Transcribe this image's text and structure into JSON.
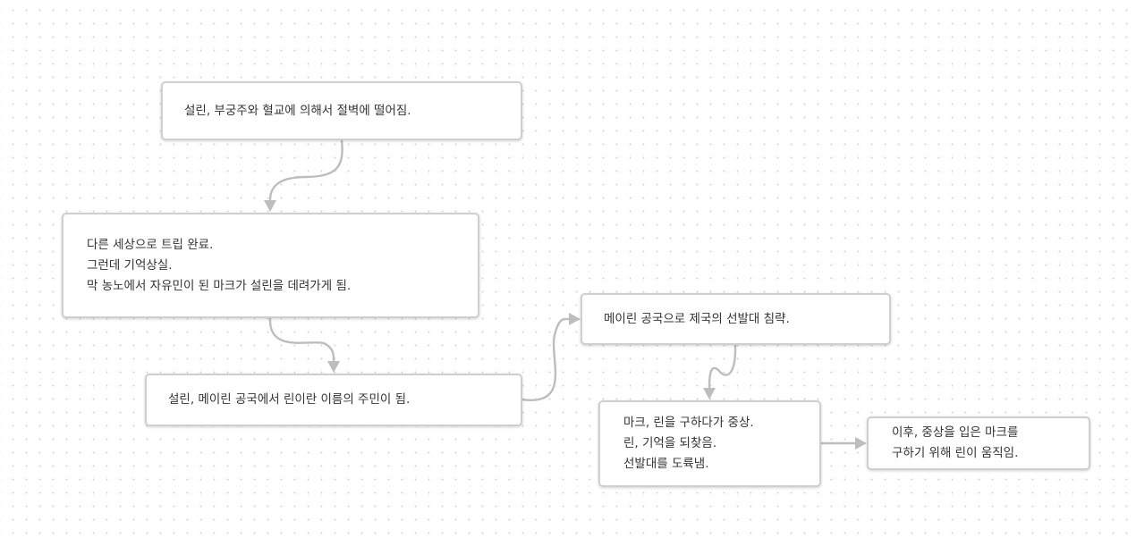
{
  "diagram": {
    "nodes": [
      {
        "id": "n1",
        "lines": [
          "설린, 부궁주와 혈교에 의해서 절벽에 떨어짐."
        ]
      },
      {
        "id": "n2",
        "lines": [
          "다른 세상으로 트립 완료.",
          "그런데 기억상실.",
          "막 농노에서 자유민이 된 마크가 설린을 데려가게 됨."
        ]
      },
      {
        "id": "n3",
        "lines": [
          "설린, 메이린 공국에서 린이란 이름의 주민이 됨."
        ]
      },
      {
        "id": "n4",
        "lines": [
          "메이린 공국으로 제국의 선발대 침략."
        ]
      },
      {
        "id": "n5",
        "lines": [
          "마크, 린을 구하다가 중상.",
          "린, 기억을 되찾음.",
          "선발대를 도륙냄."
        ]
      },
      {
        "id": "n6",
        "lines": [
          "이후, 중상을 입은 마크를",
          "구하기 위해 린이 움직임."
        ]
      }
    ],
    "edges": [
      {
        "from": "n1",
        "to": "n2"
      },
      {
        "from": "n2",
        "to": "n3"
      },
      {
        "from": "n3",
        "to": "n4"
      },
      {
        "from": "n4",
        "to": "n5"
      },
      {
        "from": "n5",
        "to": "n6"
      }
    ]
  },
  "colors": {
    "node_border": "#cfcfcf",
    "node_text": "#333333",
    "connector": "#bdbdbd",
    "grid_dot": "#d4d4d4",
    "background": "#ffffff"
  }
}
